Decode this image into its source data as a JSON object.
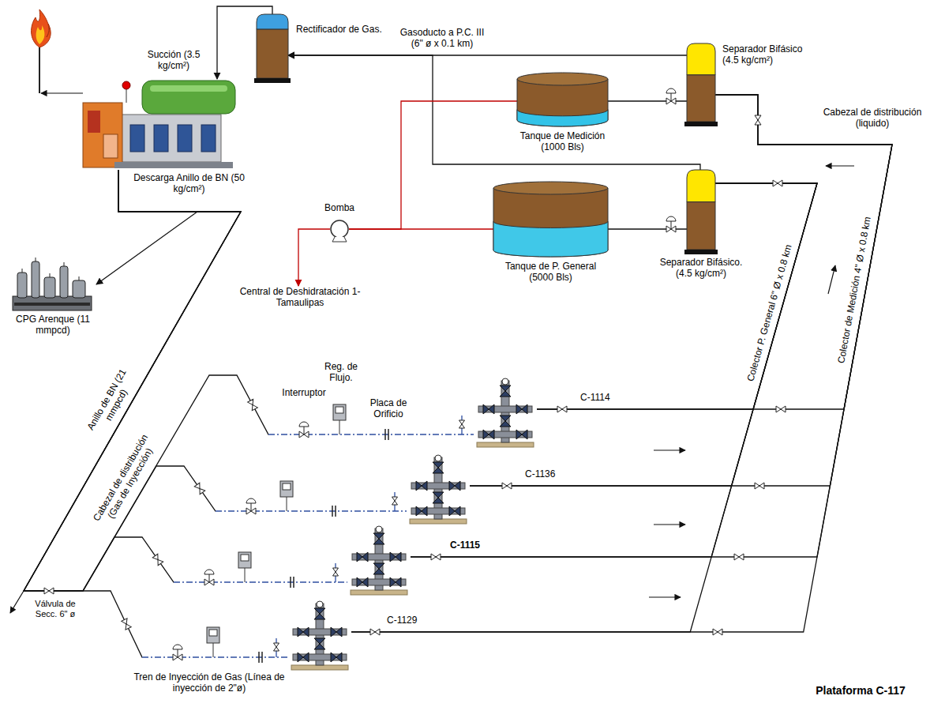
{
  "diagram": {
    "nodes": [
      {
        "text": [
          "Rectificador de Gas."
        ]
      },
      {
        "text": [
          "Separador Bifásico (4.5 kg/cm²)"
        ]
      },
      {
        "text": [
          "Tanque de Medición (1000 Bls)"
        ]
      },
      {
        "text": [
          "Tanque de P. General (5000 Bls)"
        ]
      },
      {
        "text": [
          "Separador Bifásico. (4.5 kg/cm²)"
        ]
      },
      {
        "text": [
          "Succión (3.5 kg/cm²)",
          "Descarga Anillo de BN (50 kg/cm²)"
        ]
      },
      {
        "text": [
          "Bomba"
        ]
      },
      {
        "text": [
          "Central de Deshidratación 1-Tamaulipas"
        ]
      },
      {
        "text": [
          "CPG Arenque (11 mmpcd)"
        ]
      },
      {
        "text": [
          "C-1114"
        ]
      },
      {
        "text": [
          "C-1136"
        ]
      },
      {
        "text": [
          "C-1115"
        ]
      },
      {
        "text": [
          "C-1129"
        ]
      }
    ],
    "edges": [
      {
        "from": 1,
        "to": 0,
        "arrow": "to",
        "label": "Gasoducto a P.C. III (6\" ø x 0.1 km)"
      },
      {
        "from": 4,
        "to": 0,
        "arrow": "to"
      },
      {
        "from": 0,
        "to": 5,
        "arrow": "to"
      },
      {
        "from": 5,
        "to": 8,
        "arrow": "to"
      },
      {
        "from": 1,
        "to": 2,
        "arrow": "none"
      },
      {
        "from": 4,
        "to": 3,
        "arrow": "none"
      },
      {
        "from": 2,
        "to": 6,
        "arrow": "none"
      },
      {
        "from": 3,
        "to": 6,
        "arrow": "none"
      },
      {
        "from": 6,
        "to": 7,
        "arrow": "to"
      },
      {
        "from": 5,
        "to": 9,
        "arrow": "none"
      },
      {
        "from": 5,
        "to": 10,
        "arrow": "none"
      },
      {
        "from": 5,
        "to": 11,
        "arrow": "none"
      },
      {
        "from": 5,
        "to": 12,
        "arrow": "none"
      },
      {
        "from": 9,
        "to": 1,
        "arrow": "none"
      },
      {
        "from": 10,
        "to": 1,
        "arrow": "none"
      },
      {
        "from": 11,
        "to": 1,
        "arrow": "none"
      },
      {
        "from": 12,
        "to": 1,
        "arrow": "none"
      },
      {
        "from": 9,
        "to": 4,
        "arrow": "none"
      },
      {
        "from": 10,
        "to": 4,
        "arrow": "none"
      },
      {
        "from": 11,
        "to": 4,
        "arrow": "none"
      },
      {
        "from": 12,
        "to": 4,
        "arrow": "none"
      }
    ],
    "labels": [
      "Cabezal de distribución (liquido)",
      "Colector P. General 6\" Ø x 0.8 km",
      "Colector de Medición 4\" Ø x 0.8 km",
      "Anillo de BN (21 mmpcd)",
      "Cabezal de distribución (Gas de Inyección)",
      "Válvula de Secc. 6\" ø",
      "Interruptor",
      "Reg. de Flujo.",
      "Placa de Orificio",
      "Tren de Inyección de Gas (Línea de inyección de 2\"ø)",
      "Plataforma C-117"
    ]
  }
}
